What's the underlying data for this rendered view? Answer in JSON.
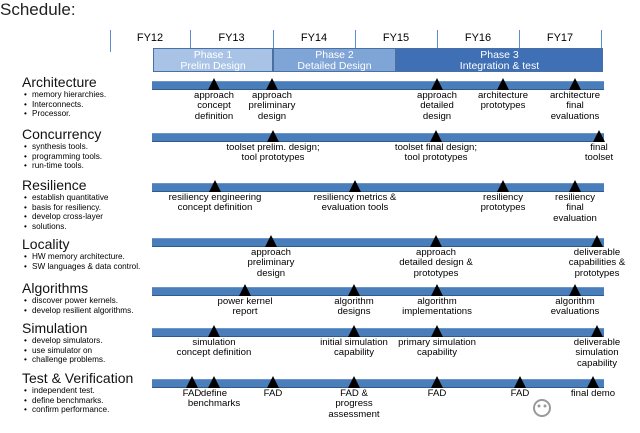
{
  "title": "Schedule:",
  "fiscal_years": [
    "FY12",
    "FY13",
    "FY14",
    "FY15",
    "FY16",
    "FY17"
  ],
  "phases": [
    {
      "name": "Phase 1",
      "subtitle": "Prelim Design",
      "color": "#a9c3e6"
    },
    {
      "name": "Phase 2",
      "subtitle": "Detailed Design",
      "color": "#7fa4d6"
    },
    {
      "name": "Phase 3",
      "subtitle": "Integration & test",
      "color": "#3f6fb4"
    }
  ],
  "categories": [
    {
      "title": "Architecture",
      "bullets": [
        "memory hierarchies.",
        "Interconnects.",
        "Processor."
      ],
      "milestones": [
        {
          "label": "approach concept definition",
          "lines": [
            "approach",
            "concept",
            "definition"
          ]
        },
        {
          "label": "approach preliminary design",
          "lines": [
            "approach",
            "preliminary",
            "design"
          ]
        },
        {
          "label": "approach detailed design",
          "lines": [
            "approach",
            "detailed",
            "design"
          ]
        },
        {
          "label": "architecture prototypes",
          "lines": [
            "architecture",
            "prototypes"
          ]
        },
        {
          "label": "architecture final evaluations",
          "lines": [
            "architecture",
            "final",
            "evaluations"
          ]
        }
      ]
    },
    {
      "title": "Concurrency",
      "bullets": [
        "synthesis tools.",
        "programming tools.",
        "run-time tools."
      ],
      "milestones": [
        {
          "label": "toolset prelim. design; tool prototypes",
          "lines": [
            "toolset prelim. design;",
            "tool prototypes"
          ]
        },
        {
          "label": "toolset final design; tool prototypes",
          "lines": [
            "toolset final design;",
            "tool prototypes"
          ]
        },
        {
          "label": "final toolset",
          "lines": [
            "final",
            "toolset"
          ]
        }
      ]
    },
    {
      "title": "Resilience",
      "bullets": [
        "establish quantitative",
        "basis for resiliency.",
        "develop cross-layer",
        "solutions."
      ],
      "milestones": [
        {
          "label": "resiliency engineering concept definition",
          "lines": [
            "resiliency engineering",
            "concept definition"
          ]
        },
        {
          "label": "resiliency metrics & evaluation tools",
          "lines": [
            "resiliency metrics &",
            "evaluation tools"
          ]
        },
        {
          "label": "resiliency prototypes",
          "lines": [
            "resiliency",
            "prototypes"
          ]
        },
        {
          "label": "resiliency final evaluation",
          "lines": [
            "resiliency",
            "final",
            "evaluation"
          ]
        }
      ]
    },
    {
      "title": "Locality",
      "bullets": [
        "HW memory architecture.",
        "SW languages & data control."
      ],
      "milestones": [
        {
          "label": "approach preliminary design",
          "lines": [
            "approach",
            "preliminary",
            "design"
          ]
        },
        {
          "label": "approach detailed design & prototypes",
          "lines": [
            "approach",
            "detailed design &",
            "prototypes"
          ]
        },
        {
          "label": "deliverable capabilities & prototypes",
          "lines": [
            "deliverable",
            "capabilities &",
            "prototypes"
          ]
        }
      ]
    },
    {
      "title": "Algorithms",
      "bullets": [
        "discover power kernels.",
        "develop resilient algorithms."
      ],
      "milestones": [
        {
          "label": "power kernel report",
          "lines": [
            "power kernel",
            "report"
          ]
        },
        {
          "label": "algorithm designs",
          "lines": [
            "algorithm",
            "designs"
          ]
        },
        {
          "label": "algorithm implementations",
          "lines": [
            "algorithm",
            "implementations"
          ]
        },
        {
          "label": "algorithm evaluations",
          "lines": [
            "algorithm",
            "evaluations"
          ]
        }
      ]
    },
    {
      "title": "Simulation",
      "bullets": [
        "develop simulators.",
        "use simulator on",
        "challenge problems."
      ],
      "milestones": [
        {
          "label": "simulation concept definition",
          "lines": [
            "simulation",
            "concept definition"
          ]
        },
        {
          "label": "initial simulation capability",
          "lines": [
            "initial simulation",
            "capability"
          ]
        },
        {
          "label": "primary simulation capability",
          "lines": [
            "primary simulation",
            "capability"
          ]
        },
        {
          "label": "deliverable simulation capability",
          "lines": [
            "deliverable",
            "simulation",
            "capability"
          ]
        }
      ]
    },
    {
      "title": "Test & Verification",
      "bullets": [
        "independent test.",
        "define benchmarks.",
        "confirm performance."
      ],
      "milestones": [
        {
          "label": "FAD",
          "lines": [
            "FAD"
          ]
        },
        {
          "label": "define benchmarks",
          "lines": [
            "define",
            "benchmarks"
          ]
        },
        {
          "label": "FAD",
          "lines": [
            "FAD"
          ]
        },
        {
          "label": "FAD & progress assessment",
          "lines": [
            "FAD &",
            "progress",
            "assessment"
          ]
        },
        {
          "label": "FAD",
          "lines": [
            "FAD"
          ]
        },
        {
          "label": "FAD",
          "lines": [
            "FAD"
          ]
        },
        {
          "label": "final demo",
          "lines": [
            "final demo"
          ]
        }
      ]
    }
  ]
}
